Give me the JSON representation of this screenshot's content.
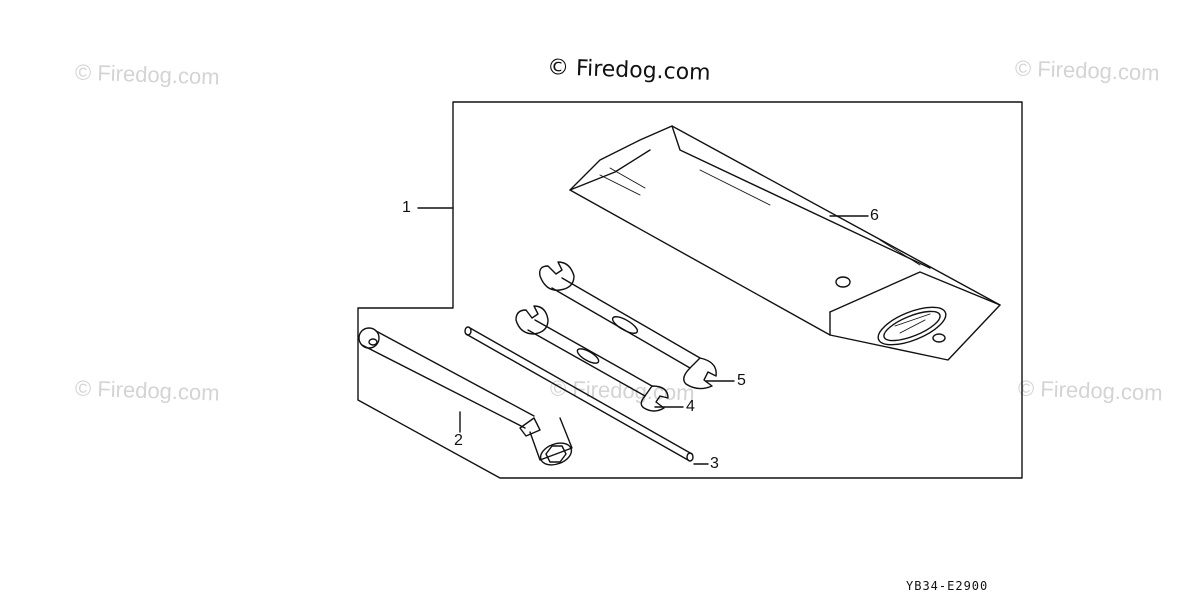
{
  "watermarks": {
    "main": "© Firedog.com",
    "faint_top_left": "© Firedog.com",
    "faint_top_right": "© Firedog.com",
    "faint_mid_left": "© Firedog.com",
    "faint_mid_center": "© Firedog.com",
    "faint_mid_right": "© Firedog.com"
  },
  "callouts": {
    "tool_kit": "1",
    "spark_plug_wrench": "2",
    "handle_bar": "3",
    "wrench_small": "4",
    "wrench_large": "5",
    "tool_bag": "6"
  },
  "diagram_code": "YB34-E2900",
  "colors": {
    "line": "#111111",
    "watermark": "#d4d4d4"
  }
}
